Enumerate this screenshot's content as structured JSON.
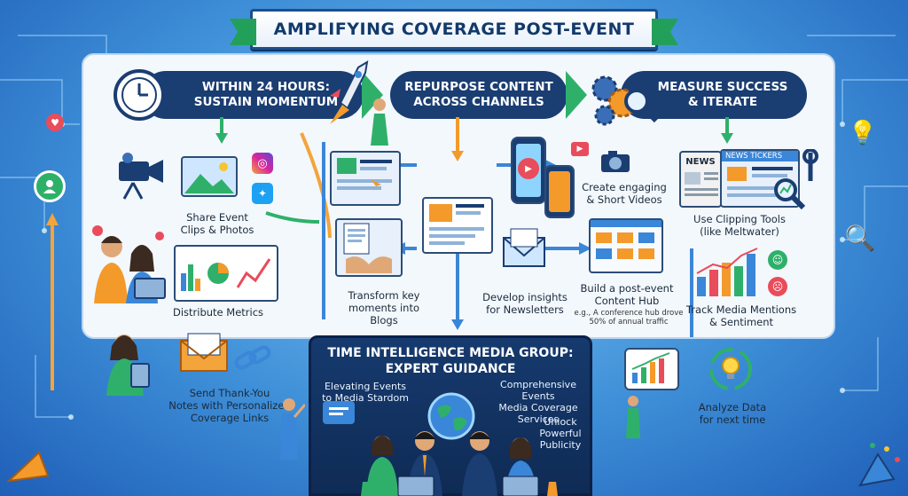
{
  "title": "AMPLIFYING COVERAGE POST-EVENT",
  "steps": [
    {
      "label_line1": "WITHIN 24 HOURS:",
      "label_line2": "SUSTAIN MOMENTUM",
      "icon": "clock-icon"
    },
    {
      "label_line1": "REPURPOSE CONTENT",
      "label_line2": "ACROSS CHANNELS",
      "icon": "rocket-icon"
    },
    {
      "label_line1": "MEASURE SUCCESS",
      "label_line2": "& ITERATE",
      "icon": "gears-icon"
    }
  ],
  "column1": {
    "share": {
      "line1": "Share Event",
      "line2": "Clips & Photos"
    },
    "distribute": "Distribute Metrics",
    "thanks": {
      "line1": "Send Thank-You",
      "line2": "Notes with Personalized",
      "line3": "Coverage Links"
    }
  },
  "column2": {
    "blogs": {
      "line1": "Transform key",
      "line2": "moments into Blogs"
    },
    "newsletters": {
      "line1": "Develop insights",
      "line2": "for Newsletters"
    },
    "videos": {
      "line1": "Create engaging",
      "line2": "& Short Videos"
    },
    "hub": {
      "line1": "Build a post-event",
      "line2": "Content Hub",
      "note1": "e.g., A conference hub drove",
      "note2": "50% of annual traffic"
    }
  },
  "column3": {
    "clipping": {
      "line1": "Use Clipping Tools",
      "line2": "(like Meltwater)"
    },
    "track": {
      "line1": "Track Media Mentions",
      "line2": "& Sentiment"
    },
    "analyze": {
      "line1": "Analyze Data",
      "line2": "for next time"
    },
    "newspaper_text": "NEWS",
    "screen_text": "NEWS  TICKERS"
  },
  "guidance": {
    "title_line1": "TIME INTELLIGENCE MEDIA GROUP:",
    "title_line2": "EXPERT GUIDANCE",
    "left_line1": "Elevating Events",
    "left_line2": "to Media Stardom",
    "right_line1": "Comprehensive Events",
    "right_line2": "Media Coverage",
    "right_line3": "Services",
    "unlock_line1": "Unlock",
    "unlock_line2": "Powerful",
    "unlock_line3": "Publicity"
  },
  "colors": {
    "navy": "#1a3d72",
    "green": "#22a05a",
    "orange": "#f39a2b",
    "blue": "#2f7fd8"
  }
}
